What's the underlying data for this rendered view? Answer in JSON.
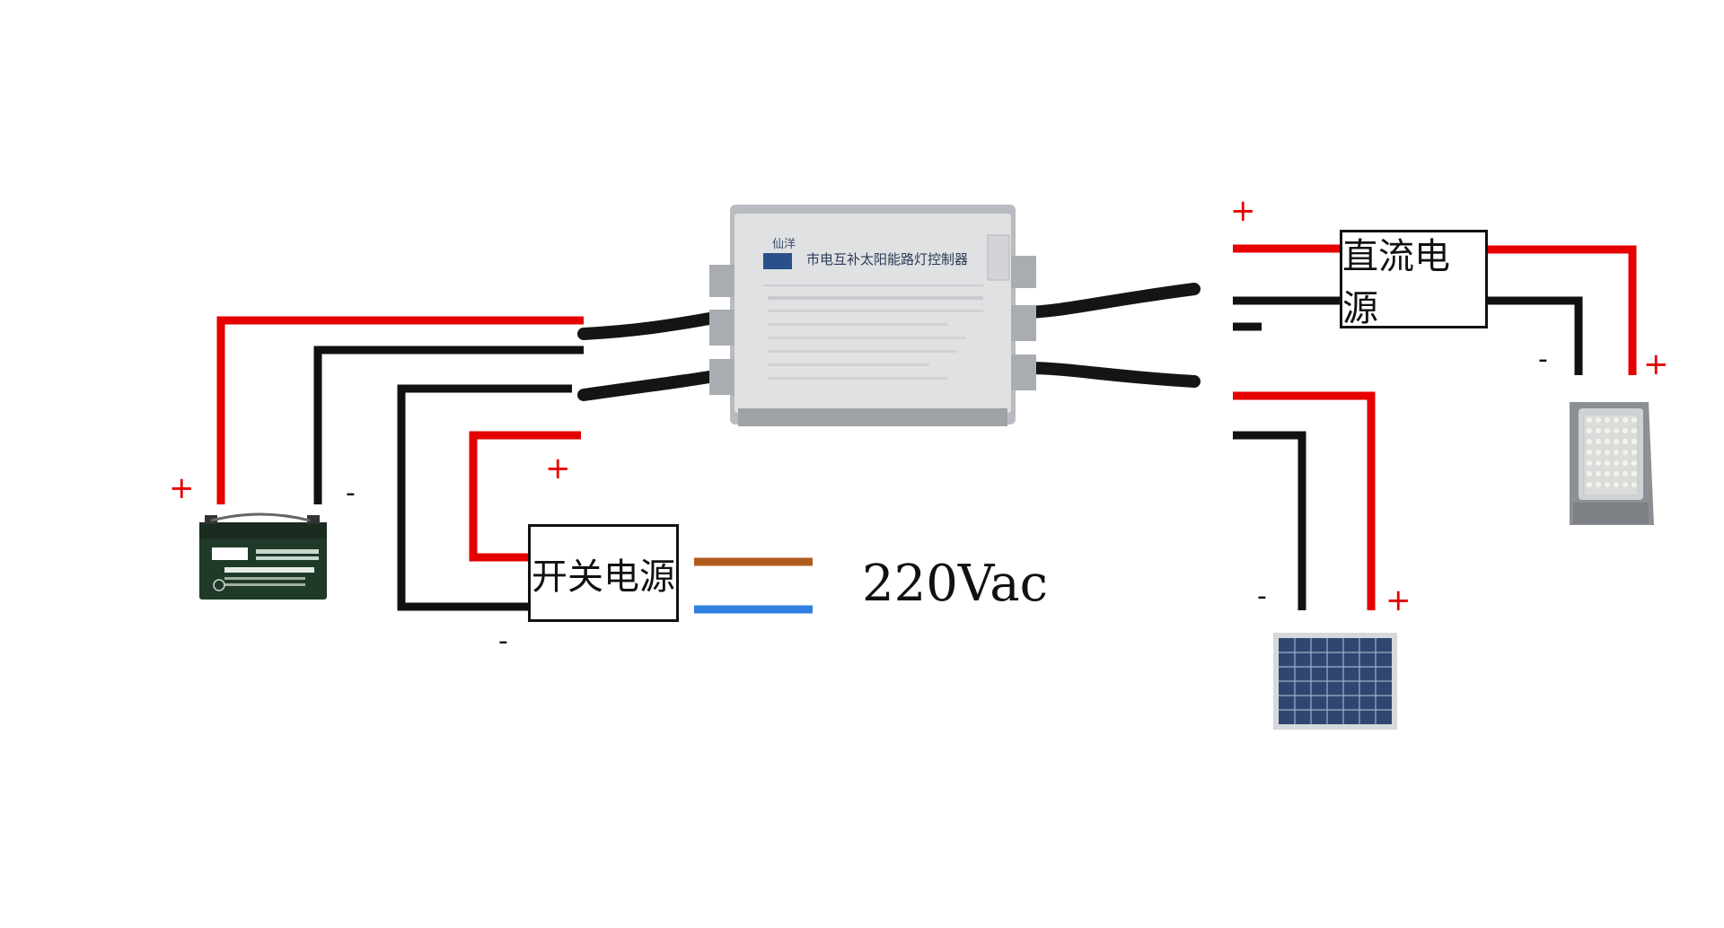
{
  "controller": {
    "brand": "仙洋",
    "title": "市电互补太阳能路灯控制器"
  },
  "boxes": {
    "switch_psu": "开关电源",
    "dc_psu": "直流电源"
  },
  "ac_input": "220Vac",
  "signs": {
    "plus": "+",
    "minus": "-"
  },
  "colors": {
    "positive_wire": "#e60000",
    "negative_wire": "#111111",
    "ac_live": "#b05a1e",
    "ac_neutral": "#2f7fe0",
    "cable": "#151515",
    "housing": "#c9ccd0"
  },
  "icons": [
    "battery-icon",
    "solar-panel-icon",
    "street-lamp-icon",
    "controller-box-icon"
  ]
}
